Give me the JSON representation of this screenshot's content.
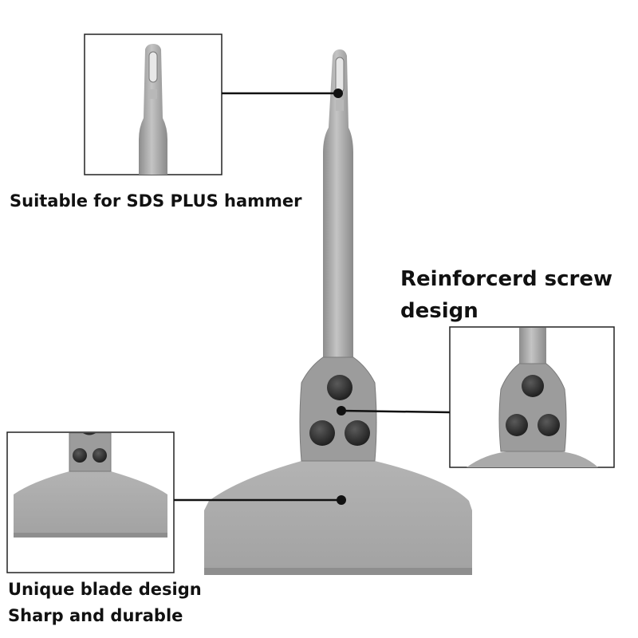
{
  "callouts": {
    "shank": {
      "text": "Suitable for SDS PLUS hammer"
    },
    "screw": {
      "line1": "Reinforcerd screw",
      "line2": "design"
    },
    "blade": {
      "line1": "Unique blade design",
      "line2": "Sharp and durable"
    }
  },
  "colors": {
    "metal": "#a6a6a6",
    "metal_dark": "#7f7f7f",
    "blade_edge": "#9c9c9c",
    "screw": "#2a2a2a",
    "frame": "#222222",
    "leader": "#111111"
  },
  "icons": [
    "sds-shank-closeup",
    "screw-plate-closeup",
    "blade-closeup"
  ]
}
